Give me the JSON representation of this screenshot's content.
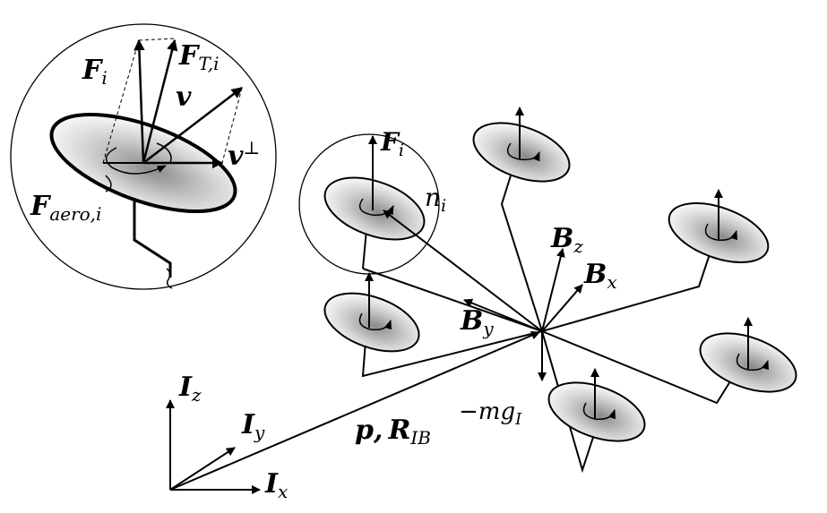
{
  "colors": {
    "ink": "#000000",
    "disk_light": "#ffffff",
    "disk_dark": "#8a8a8a"
  },
  "labels": {
    "fi_zoom": "F",
    "fi_zoom_sub": "i",
    "ft_zoom": "F",
    "ft_zoom_sub": "T,i",
    "v": "v",
    "vperp": "v",
    "vperp_sup": "⊥",
    "faero": "F",
    "faero_sub": "aero,i",
    "fi_rotor": "F",
    "fi_rotor_sub": "i",
    "ni": "n",
    "ni_sub": "i",
    "bz": "B",
    "bz_sub": "z",
    "bx": "B",
    "bx_sub": "x",
    "by": "B",
    "by_sub": "y",
    "mg": "−mg",
    "mg_sub": "I",
    "p": "p",
    "comma": ",",
    "rib": "R",
    "rib_sub": "IB",
    "iz": "I",
    "iz_sub": "z",
    "iy": "I",
    "iy_sub": "y",
    "ix": "I",
    "ix_sub": "x"
  }
}
